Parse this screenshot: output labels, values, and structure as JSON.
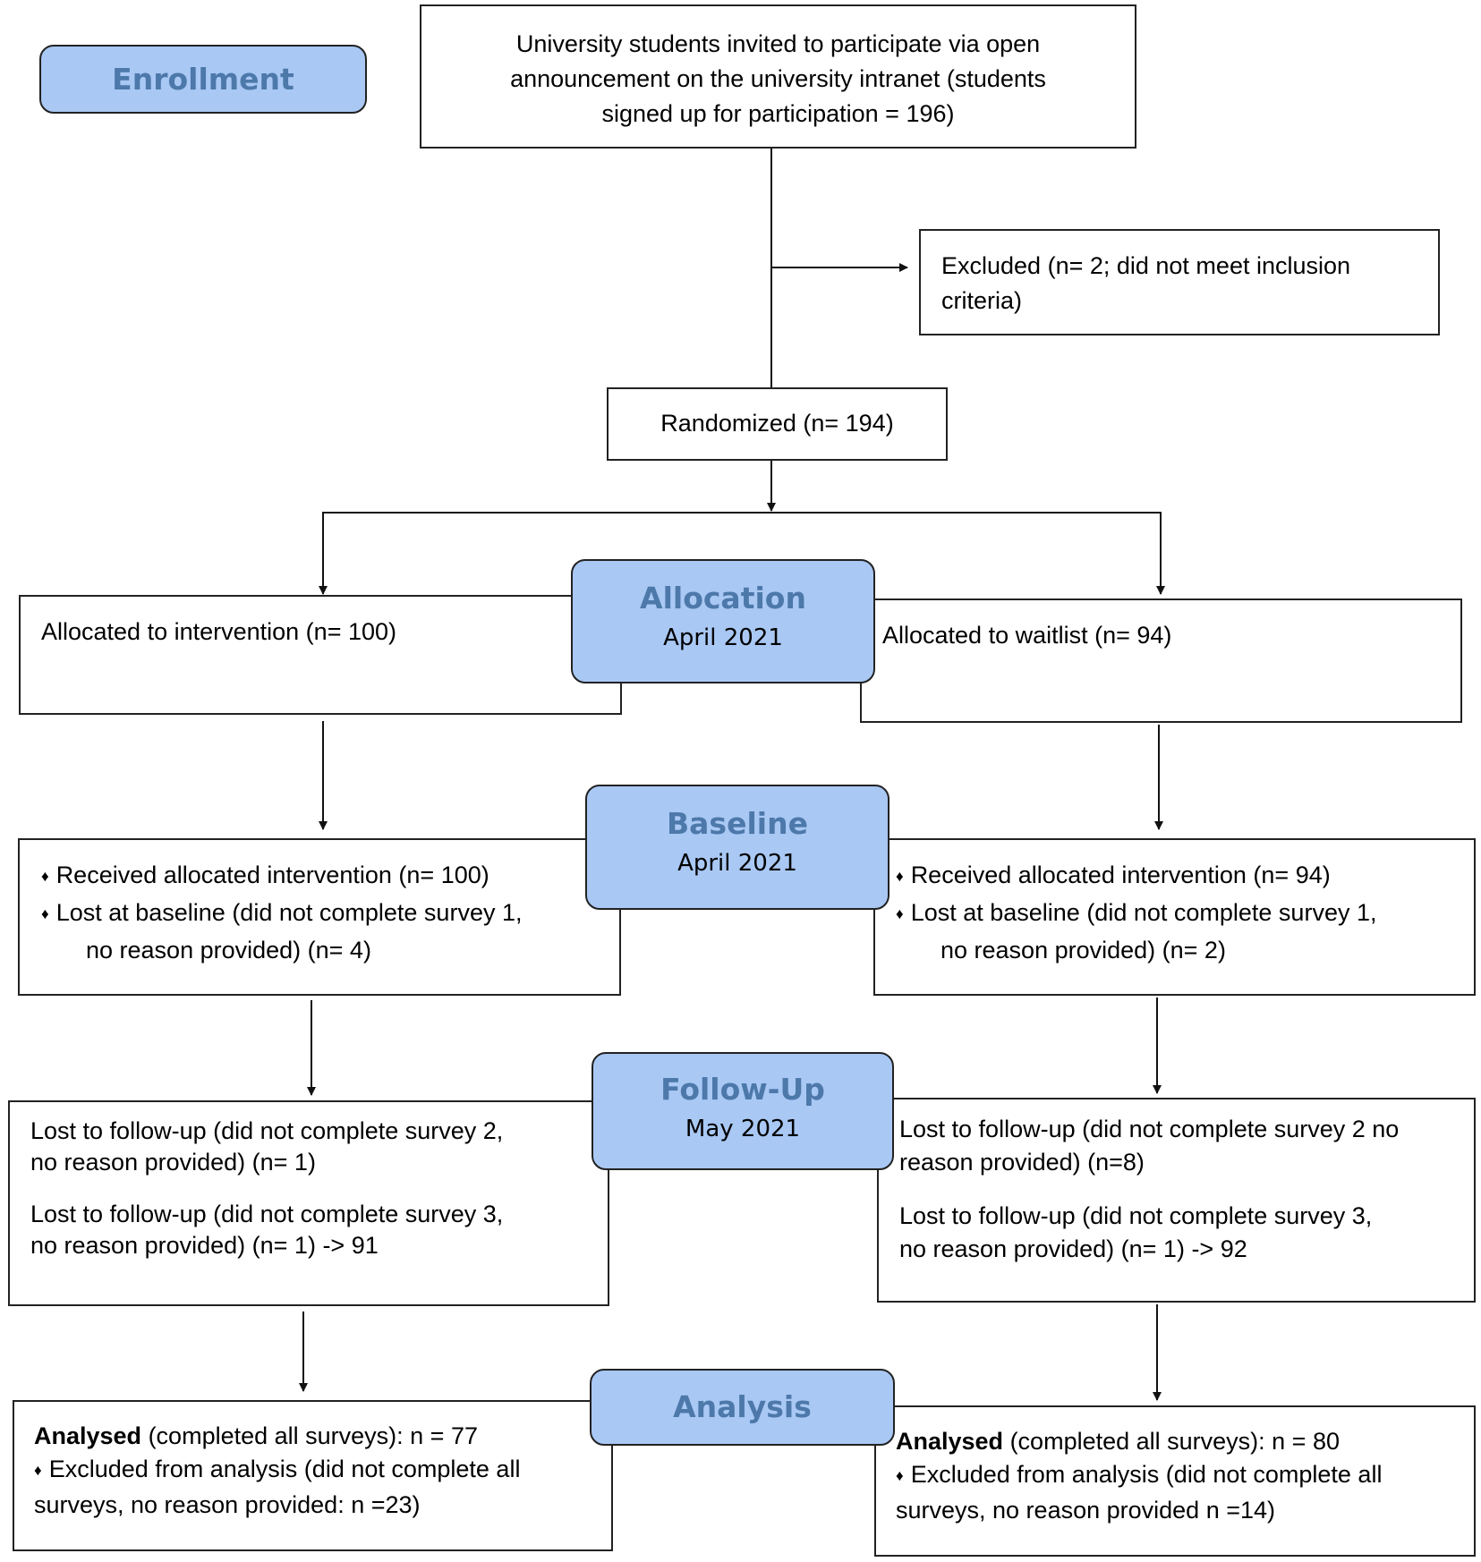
{
  "stages": {
    "enrollment": {
      "title": "Enrollment"
    },
    "allocation": {
      "title": "Allocation",
      "date": "April 2021"
    },
    "baseline": {
      "title": "Baseline",
      "date": "April 2021"
    },
    "followup": {
      "title": "Follow-Up",
      "date": "May 2021"
    },
    "analysis": {
      "title": "Analysis"
    }
  },
  "invite": {
    "line1": "University students invited to participate via open",
    "line2": "announcement on the university intranet (students",
    "line3": "signed up for participation = 196)"
  },
  "excluded": {
    "line1": "Excluded (n= 2; did not meet inclusion",
    "line2": "criteria)"
  },
  "randomized": "Randomized (n= 194)",
  "left": {
    "allocated": "Allocated to intervention (n= 100)",
    "baseline": {
      "received": "Received allocated intervention (n= 100)",
      "lost_line1": "Lost at baseline (did not complete survey 1,",
      "lost_line2": "no reason provided) (n= 4)"
    },
    "followup": {
      "s2_line1": "Lost to follow-up (did not complete survey 2,",
      "s2_line2": "no reason provided) (n= 1)",
      "s3_line1": "Lost to follow-up (did not complete survey 3,",
      "s3_line2": "no reason provided) (n= 1) -> 91"
    },
    "analysis": {
      "bold": "Analysed",
      "rest": " (completed all surveys): n = 77",
      "excl_line1": "Excluded from analysis (did not complete all",
      "excl_line2": "surveys, no reason provided: n =23)"
    }
  },
  "right": {
    "allocated": "Allocated to waitlist (n= 94)",
    "baseline": {
      "received": "Received allocated intervention (n= 94)",
      "lost_line1": "Lost at baseline (did not complete survey 1,",
      "lost_line2": "no reason provided) (n= 2)"
    },
    "followup": {
      "s2_line1": "Lost to follow-up (did not complete survey 2 no",
      "s2_line2": "reason provided) (n=8)",
      "s3_line1": "Lost to follow-up (did not complete survey 3,",
      "s3_line2": "no reason provided) (n= 1) -> 92"
    },
    "analysis": {
      "bold": "Analysed",
      "rest": " (completed all surveys): n = 80",
      "excl_line1": "Excluded from analysis (did not complete all",
      "excl_line2": "surveys, no reason provided n =14)"
    }
  },
  "bullet_glyph": "♦"
}
